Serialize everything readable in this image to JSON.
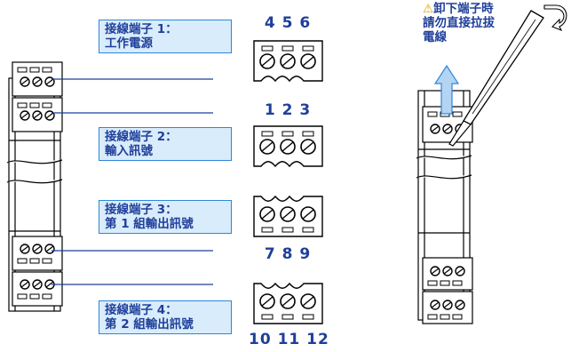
{
  "terminals": [
    {
      "title": "接線端子 1：",
      "desc": "工作電源",
      "pins": "4 5 6"
    },
    {
      "title": "接線端子 2：",
      "desc": "輸入訊號",
      "pins": "1 2 3"
    },
    {
      "title": "接線端子 3：",
      "desc": "第 1 組輸出訊號",
      "pins": "7 8 9"
    },
    {
      "title": "接線端子 4：",
      "desc": "第 2 組輸出訊號",
      "pins": "10 11 12"
    }
  ],
  "warning": {
    "icon": "⚠",
    "line1": "卸下端子時",
    "line2": "請勿直接拉拔",
    "line3": "電線"
  },
  "colors": {
    "label_fill": "#d9ecfb",
    "label_border": "#2e86d9",
    "text": "#1f3f9a",
    "leader_line": "#1f3f9a",
    "arrow": "#b3d4f3",
    "warning_icon": "#e6a100"
  }
}
